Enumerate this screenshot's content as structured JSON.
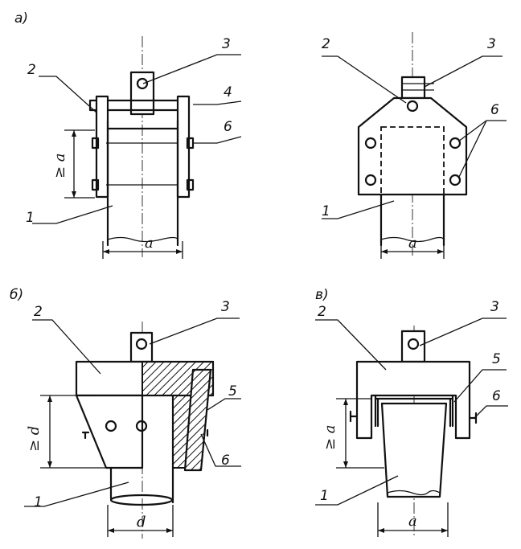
{
  "views": {
    "a": {
      "title": "а)",
      "left": {
        "labels": [
          "1",
          "2",
          "3",
          "4",
          "6"
        ],
        "dim_width": "a",
        "dim_height": "≥ a"
      },
      "right": {
        "labels": [
          "1",
          "2",
          "3",
          "6"
        ],
        "dim_width": "a"
      }
    },
    "b": {
      "title": "б)",
      "labels": [
        "1",
        "2",
        "3",
        "5",
        "6"
      ],
      "dim_width": "d",
      "dim_height": "≥ d"
    },
    "v": {
      "title": "в)",
      "labels": [
        "1",
        "2",
        "3",
        "5",
        "6"
      ],
      "dim_width": "a",
      "dim_height": "≥ a"
    }
  }
}
